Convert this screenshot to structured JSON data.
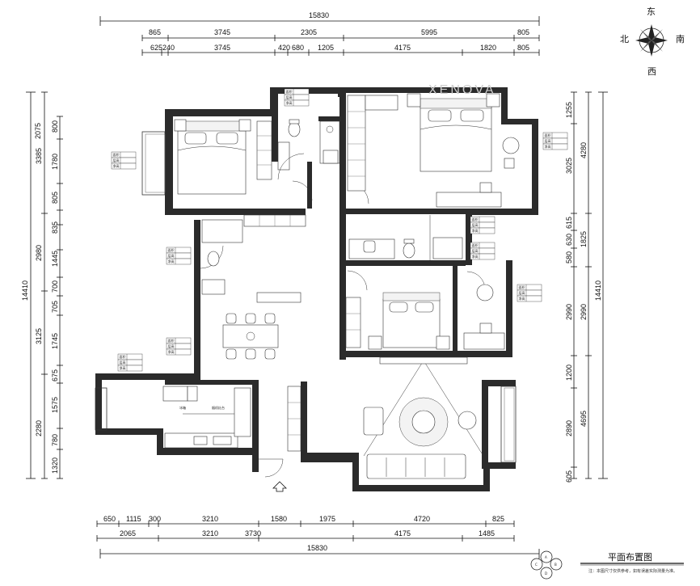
{
  "compass": {
    "east": "东",
    "south": "南",
    "west": "西",
    "north": "北"
  },
  "watermark": "XENOVA",
  "title": "平面布置图",
  "note": "注：本图尺寸仅供参考，如有误差实际测量为准。",
  "dims_top_total": "15830",
  "dims_top_row1": [
    "865",
    "3745",
    "2305",
    "5995",
    "805"
  ],
  "dims_top_row2": [
    "625",
    "240",
    "3745",
    "420",
    "680",
    "1205",
    "4175",
    "1820",
    "805"
  ],
  "dims_bottom_row1": [
    "650",
    "1115",
    "300",
    "3210",
    "1580",
    "1975",
    "4720",
    "825"
  ],
  "dims_bottom_row2": [
    "2065",
    "3210",
    "3730",
    "4175",
    "1485"
  ],
  "dims_bottom_total": "15830",
  "dims_left_total": "14410",
  "dims_left_outer": [
    "3385",
    "2980",
    "3125",
    "2280"
  ],
  "dims_left_inner": [
    "800",
    "2075",
    "1780",
    "805",
    "835",
    "1445",
    "700",
    "705",
    "1745",
    "675",
    "1575",
    "780",
    "1320"
  ],
  "dims_right_total": "14410",
  "dims_right_outer": [
    "4280",
    "1825",
    "2990",
    "4695"
  ],
  "dims_right_inner": [
    "1255",
    "3025",
    "615",
    "630",
    "580",
    "2990",
    "1200",
    "2890",
    "605"
  ],
  "room_tags": [
    {
      "rows": [
        "面积",
        "层高",
        "净高"
      ]
    },
    {
      "rows": [
        "面积",
        "层高",
        "净高"
      ]
    },
    {
      "rows": [
        "面积",
        "层高",
        "净高"
      ]
    },
    {
      "rows": [
        "面积",
        "层高",
        "净高"
      ]
    },
    {
      "rows": [
        "面积",
        "层高",
        "净高"
      ]
    },
    {
      "rows": [
        "面积",
        "层高",
        "净高"
      ]
    },
    {
      "rows": [
        "面积",
        "层高",
        "净高"
      ]
    },
    {
      "rows": [
        "面积",
        "层高",
        "净高"
      ]
    },
    {
      "rows": [
        "面积",
        "层高",
        "净高"
      ]
    }
  ],
  "kitchen_labels": {
    "fridge": "冰箱",
    "range_hood": "烟机灶台"
  },
  "stamp_letters": [
    "A",
    "B",
    "C",
    "D"
  ]
}
